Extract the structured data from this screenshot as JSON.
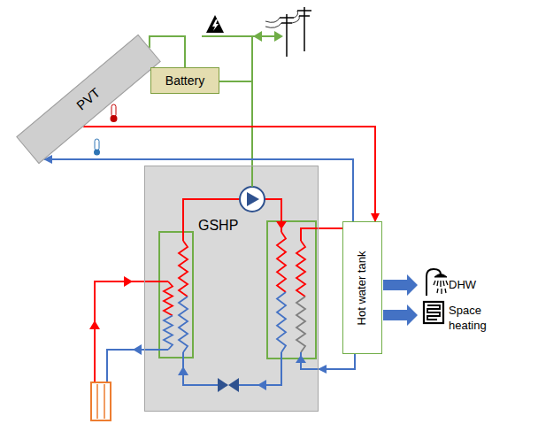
{
  "diagram": {
    "nodes": [
      {
        "text": [
          "PVT"
        ]
      },
      {
        "text": [
          "Battery"
        ]
      },
      {
        "text": [
          "GSHP"
        ]
      },
      {
        "text": [
          "Hot water tank"
        ]
      }
    ],
    "edges": [
      {
        "from": 0,
        "to": 1,
        "arrow": "none"
      },
      {
        "from": 1,
        "to": 2,
        "arrow": "none"
      },
      {
        "from": 0,
        "to": 3,
        "arrow": "to"
      },
      {
        "from": 3,
        "to": 0,
        "arrow": "to"
      },
      {
        "from": 2,
        "to": 3,
        "arrow": "none"
      },
      {
        "from": 3,
        "to": 2,
        "arrow": "to"
      }
    ],
    "labels": [
      "DHW",
      "Space heating"
    ]
  }
}
